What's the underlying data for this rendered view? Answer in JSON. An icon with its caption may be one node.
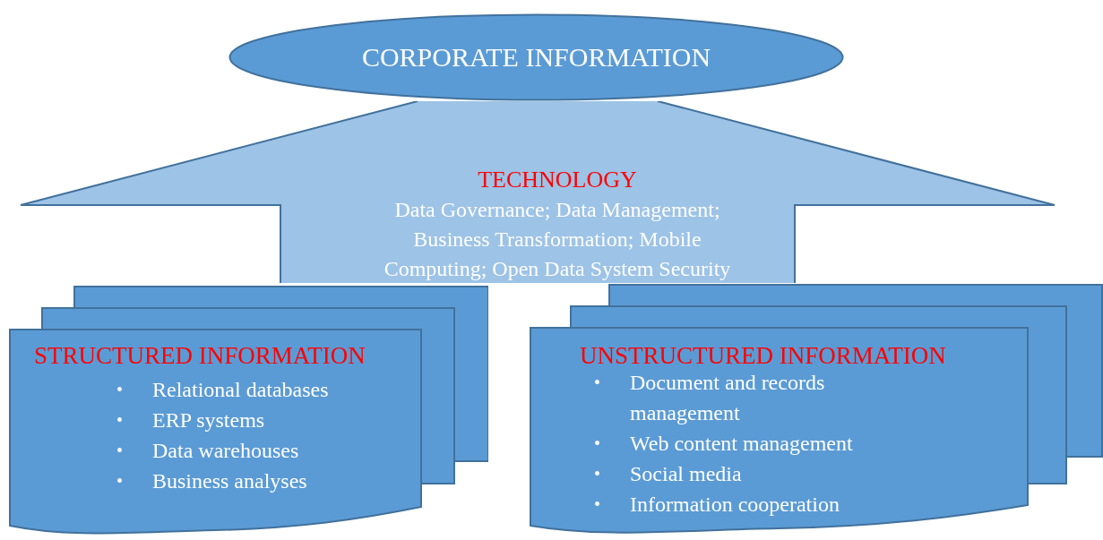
{
  "diagram": {
    "nodes": [
      {
        "text": [
          "CORPORATE INFORMATION"
        ]
      },
      {
        "text": [
          "TECHNOLOGY",
          "Data Governance; Data Management; Business Transformation; Mobile Computing; Open Data System Security"
        ]
      },
      {
        "text": [
          "STRUCTURED INFORMATION",
          "•",
          "Relational databases",
          "•",
          "ERP systems",
          "•",
          "Data warehouses",
          "•",
          "Business analyses"
        ]
      },
      {
        "text": [
          "UNSTRUCTURED INFORMATION",
          "•",
          "Document and records management",
          "•",
          "Web content management",
          "•",
          "Social media",
          "•",
          "Information cooperation"
        ]
      }
    ]
  }
}
